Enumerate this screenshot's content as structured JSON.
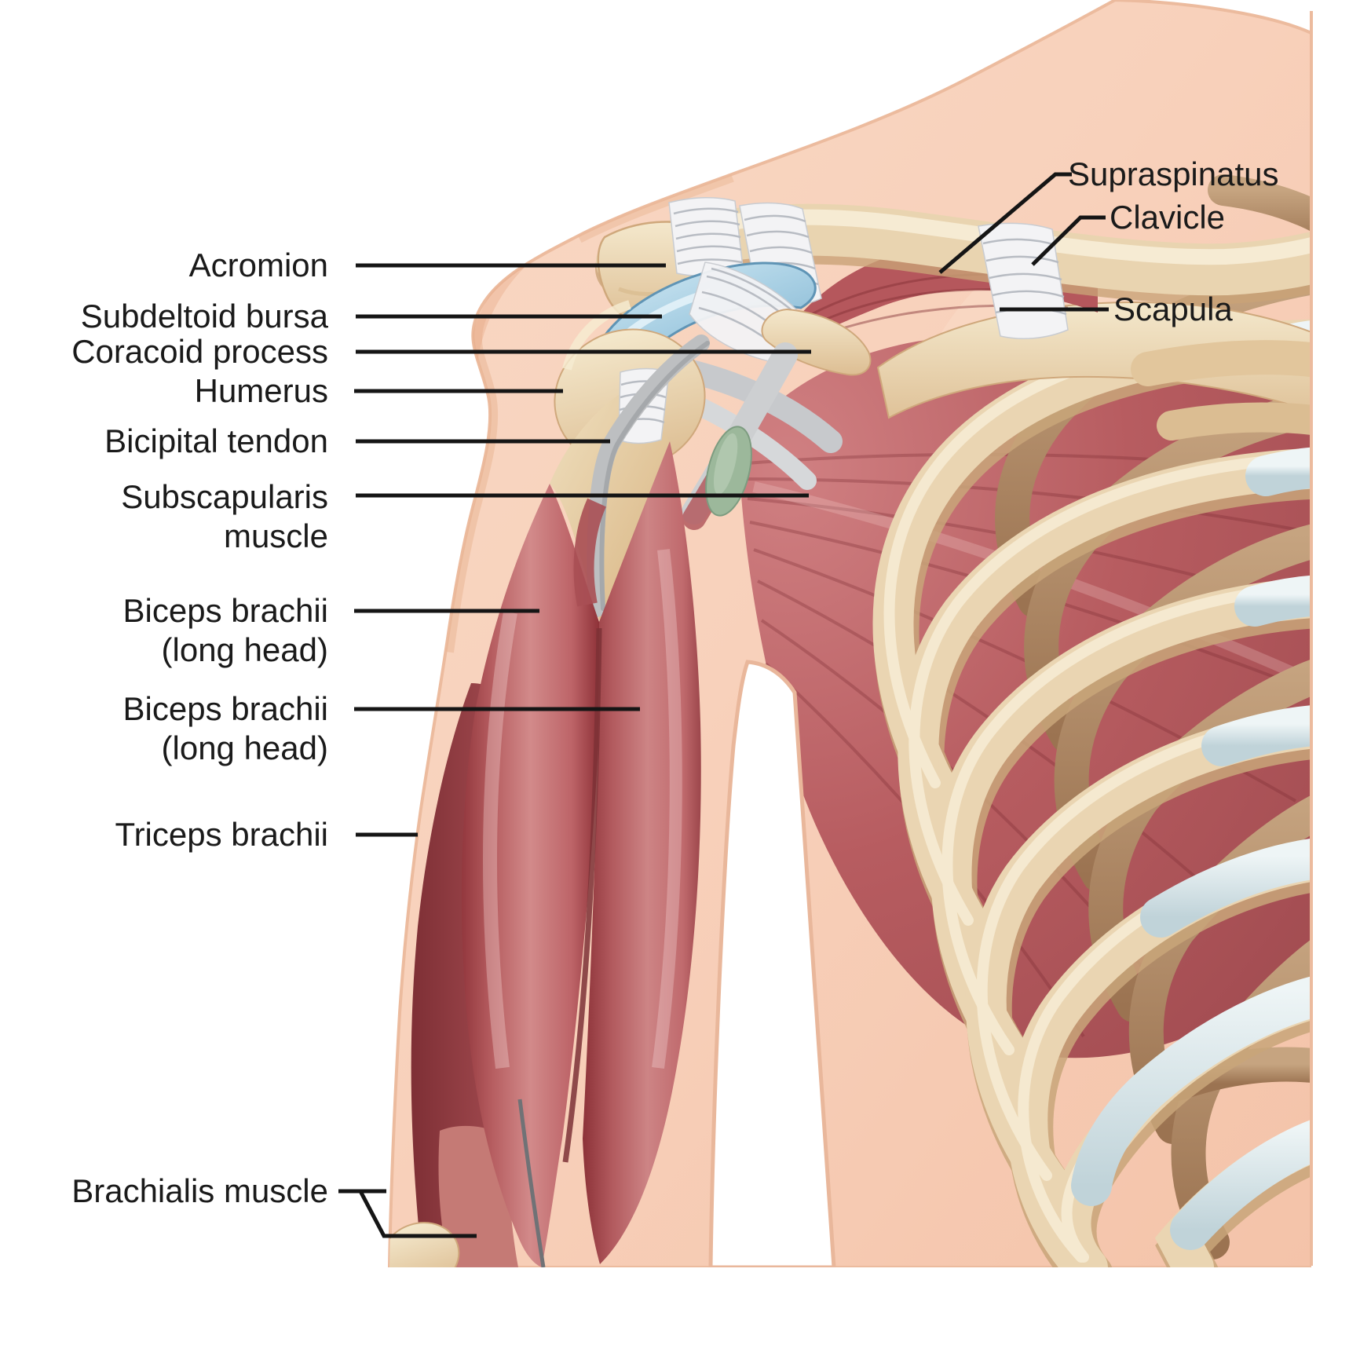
{
  "labels": {
    "left": [
      {
        "id": "acromion",
        "lines": [
          "Acromion"
        ]
      },
      {
        "id": "subdeltoid-bursa",
        "lines": [
          "Subdeltoid bursa"
        ]
      },
      {
        "id": "coracoid-process",
        "lines": [
          "Coracoid process"
        ]
      },
      {
        "id": "humerus",
        "lines": [
          "Humerus"
        ]
      },
      {
        "id": "bicipital-tendon",
        "lines": [
          "Bicipital tendon"
        ]
      },
      {
        "id": "subscapularis",
        "lines": [
          "Subscapularis",
          "muscle"
        ]
      },
      {
        "id": "biceps-brachii-1",
        "lines": [
          "Biceps brachii",
          "(long head)"
        ]
      },
      {
        "id": "biceps-brachii-2",
        "lines": [
          "Biceps brachii",
          "(long head)"
        ]
      },
      {
        "id": "triceps-brachii",
        "lines": [
          "Triceps brachii"
        ]
      },
      {
        "id": "brachialis",
        "lines": [
          "Brachialis muscle"
        ]
      }
    ],
    "right": [
      {
        "id": "supraspinatus",
        "lines": [
          "Supraspinatus"
        ]
      },
      {
        "id": "clavicle",
        "lines": [
          "Clavicle"
        ]
      },
      {
        "id": "scapula",
        "lines": [
          "Scapula"
        ]
      }
    ]
  },
  "colors": {
    "background": "#ffffff",
    "skin": "#f7cdb5",
    "skin_shadow": "#e9b498",
    "bone_cream": "#ecd8b6",
    "bone_shadow": "#cfa87c",
    "posterior_rib_brown": "#b18d6a",
    "costal_cartilage": "#dce9ec",
    "muscle_red": "#bb5f63",
    "muscle_dark_red": "#8e3b41",
    "subdeltoid_bursa_blue": "#a9d0e4",
    "ligament_white": "#f3f3f5",
    "tendon_gray": "#c9cbcd",
    "coracobrachialis_green": "#9cb89b",
    "leader_line": "#151515",
    "label_text": "#1a1a1a"
  }
}
